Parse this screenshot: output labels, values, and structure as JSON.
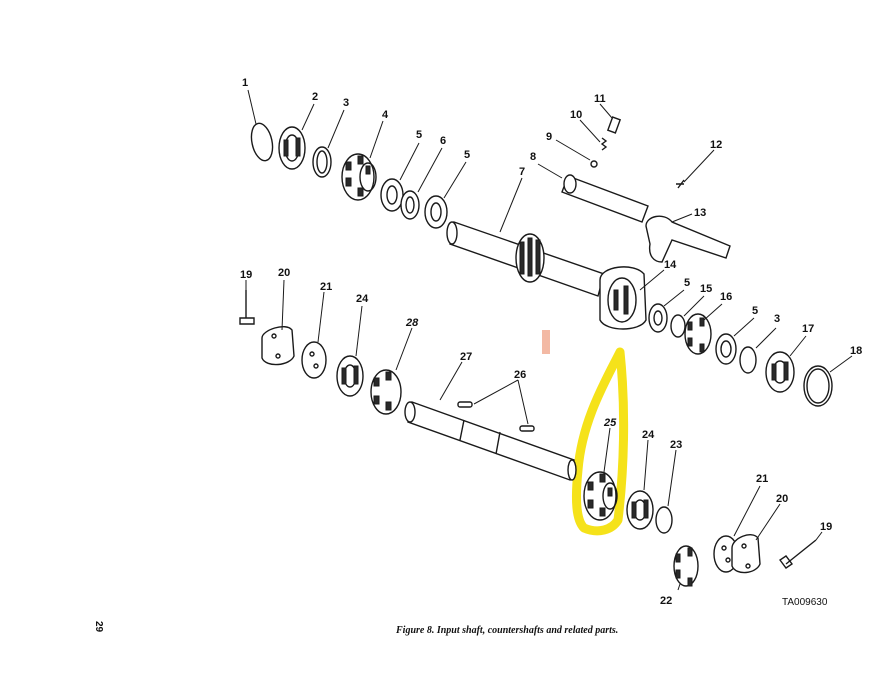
{
  "figure": {
    "caption": "Figure 8. Input shaft, countershafts and related parts.",
    "drawing_number": "TA009630",
    "page_number": "29"
  },
  "callouts": [
    "1",
    "2",
    "3",
    "4",
    "5",
    "6",
    "5",
    "7",
    "8",
    "9",
    "10",
    "11",
    "12",
    "13",
    "14",
    "5",
    "15",
    "16",
    "5",
    "3",
    "17",
    "18",
    "19",
    "20",
    "21",
    "24",
    "28",
    "27",
    "26",
    "25",
    "24",
    "23",
    "21",
    "20",
    "19",
    "22"
  ],
  "colors": {
    "highlight": "#f5e21a",
    "mark": "#f3b9a4",
    "ink": "#1a1a1a"
  }
}
